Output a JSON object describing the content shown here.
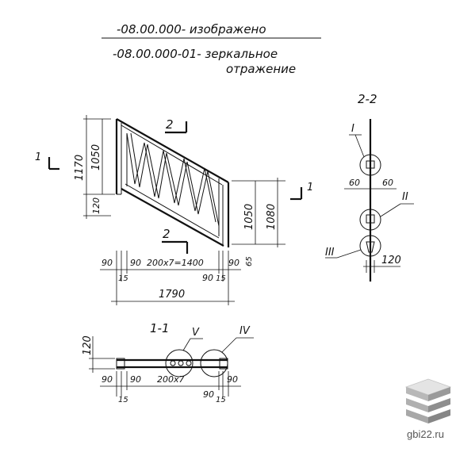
{
  "header": {
    "line1": "-08.00.000- изображено",
    "line2": "-08.00.000-01- зеркальное",
    "line3": "отражение"
  },
  "section_2_2": {
    "title": "2-2",
    "callout_i": "I",
    "callout_ii": "II",
    "callout_iii": "III",
    "dim_left": "60",
    "dim_right": "60",
    "dim_bottom": "120"
  },
  "elevation": {
    "dim_1170": "1170",
    "dim_1050_left": "1050",
    "dim_120": "120",
    "dim_1050_right": "1050",
    "dim_1080": "1080",
    "dim_90_a": "90",
    "dim_90_b": "90",
    "dim_15_a": "15",
    "dim_span": "200x7=1400",
    "dim_90_c": "90",
    "dim_90_d": "90",
    "dim_15_b": "15",
    "dim_65": "65",
    "dim_total": "1790",
    "section_mark_1_left": "1",
    "section_mark_1_right": "1",
    "section_mark_2_top": "2",
    "section_mark_2_bottom": "2"
  },
  "plan_1_1": {
    "title": "1-1",
    "callout_v": "V",
    "callout_iv": "IV",
    "dim_120": "120",
    "dim_90_a": "90",
    "dim_90_b": "90",
    "dim_span": "200x7",
    "dim_90_c": "90",
    "dim_90_d": "90",
    "dim_15_a": "15",
    "dim_15_b": "15"
  },
  "brand": {
    "site": "gbi22.ru"
  }
}
